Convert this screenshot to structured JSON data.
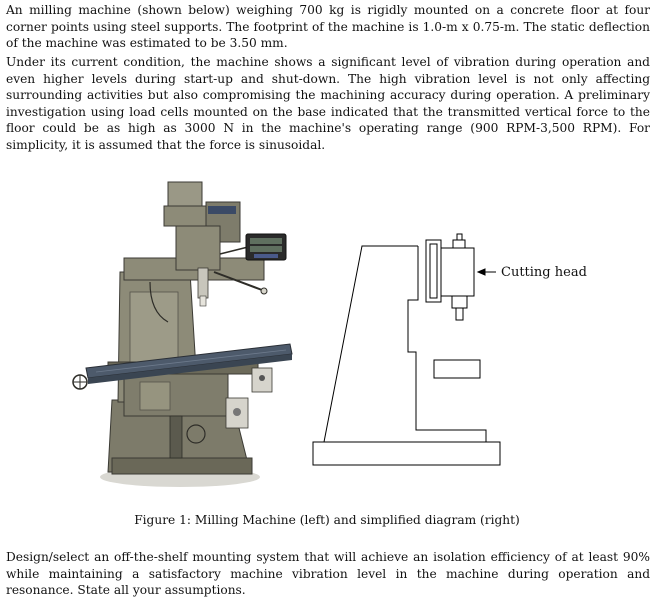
{
  "problem": {
    "paragraph_1": "An milling machine (shown below) weighing 700 kg is rigidly mounted on a concrete floor at four corner points using steel supports. The footprint of the machine is 1.0-m x 0.75-m. The static deflection of the machine was estimated to be 3.50 mm.",
    "paragraph_2": "Under its current condition, the machine shows a significant level of vibration during operation and even higher levels during start-up and shut-down. The high vibration level is not only affecting surrounding activities but also compromising the machining accuracy during operation. A preliminary investigation using load cells mounted on the base indicated that the transmitted vertical force to the floor could be as high as 3000 N in the machine's operating range (900 RPM-3,500 RPM). For simplicity, it is assumed that the force is sinusoidal.",
    "paragraph_3": "Design/select an off-the-shelf mounting system that will achieve an isolation efficiency of at least 90% while maintaining a satisfactory machine vibration level in the machine during operation and resonance. State all your assumptions."
  },
  "figure": {
    "diagram_label": "Cutting head",
    "caption": "Figure 1: Milling Machine (left) and simplified diagram (right)"
  },
  "colors": {
    "text": "#111111",
    "machine_body": "#8d8b78",
    "machine_dark": "#3b3a34",
    "line": "#000000"
  }
}
